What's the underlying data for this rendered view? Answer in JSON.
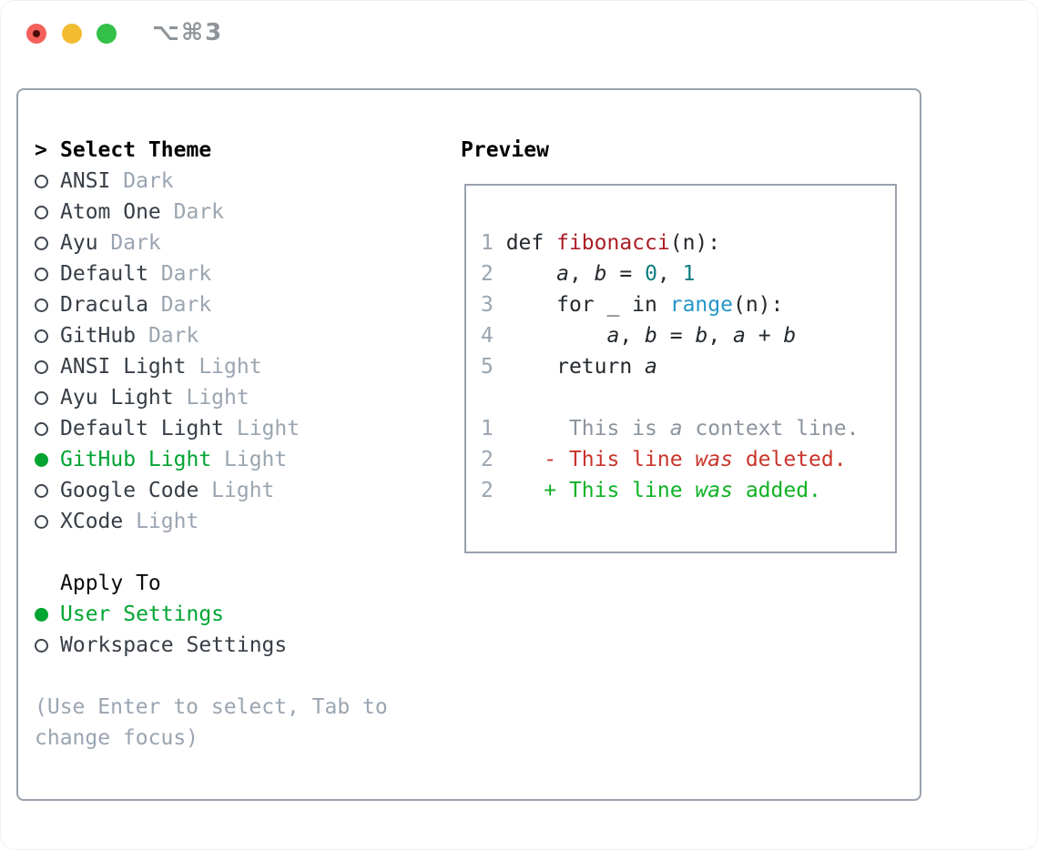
{
  "window": {
    "title": "⌥⌘3"
  },
  "colors": {
    "selected_green": "#00a432",
    "item_text": "#373e47",
    "muted": "#9aa5b1",
    "header_black": "#000000",
    "border_gray": "#99a1ac",
    "close_red": "#f4605a",
    "close_dot": "#4d0c0a",
    "minimize_yellow": "#f3bb30",
    "zoom_green": "#33c048"
  },
  "theme_menu": {
    "header": "Select Theme",
    "header_marker": ">",
    "items": [
      {
        "name": "ANSI",
        "variant": "Dark",
        "selected": false
      },
      {
        "name": "Atom One",
        "variant": "Dark",
        "selected": false
      },
      {
        "name": "Ayu",
        "variant": "Dark",
        "selected": false
      },
      {
        "name": "Default",
        "variant": "Dark",
        "selected": false
      },
      {
        "name": "Dracula",
        "variant": "Dark",
        "selected": false
      },
      {
        "name": "GitHub",
        "variant": "Dark",
        "selected": false
      },
      {
        "name": "ANSI Light",
        "variant": "Light",
        "selected": false
      },
      {
        "name": "Ayu Light",
        "variant": "Light",
        "selected": false
      },
      {
        "name": "Default Light",
        "variant": "Light",
        "selected": false
      },
      {
        "name": "GitHub Light",
        "variant": "Light",
        "selected": true
      },
      {
        "name": "Google Code",
        "variant": "Light",
        "selected": false
      },
      {
        "name": "XCode",
        "variant": "Light",
        "selected": false
      }
    ]
  },
  "apply_to": {
    "header": "Apply To",
    "items": [
      {
        "label": "User Settings",
        "selected": true
      },
      {
        "label": "Workspace Settings",
        "selected": false
      }
    ]
  },
  "hint": "(Use Enter to select, Tab to change focus)",
  "preview": {
    "title": "Preview",
    "token_styles": {
      "ln": {
        "color": "#9aa5b1"
      },
      "code": {
        "color": "#24292e"
      },
      "fn": {
        "color": "#aa1e26"
      },
      "var": {
        "color": "#24292e",
        "italic": true
      },
      "num": {
        "color": "#0d7d80"
      },
      "bi": {
        "color": "#2596c9"
      },
      "ctx": {
        "color": "#8b949e"
      },
      "ctx-i": {
        "color": "#8b949e",
        "italic": true
      },
      "del": {
        "color": "#c9352b"
      },
      "del-i": {
        "color": "#c9352b",
        "italic": true
      },
      "add": {
        "color": "#0fb224"
      },
      "add-i": {
        "color": "#0fb224",
        "italic": true
      }
    },
    "lines": [
      {
        "kind": "code",
        "tokens": [
          {
            "t": "1 ",
            "s": "ln"
          },
          {
            "t": "def ",
            "s": "code"
          },
          {
            "t": "fibonacci",
            "s": "fn"
          },
          {
            "t": "(n):",
            "s": "code"
          }
        ]
      },
      {
        "kind": "code",
        "tokens": [
          {
            "t": "2 ",
            "s": "ln"
          },
          {
            "t": "    ",
            "s": "code"
          },
          {
            "t": "a",
            "s": "var"
          },
          {
            "t": ", ",
            "s": "code"
          },
          {
            "t": "b",
            "s": "var"
          },
          {
            "t": " = ",
            "s": "code"
          },
          {
            "t": "0",
            "s": "num"
          },
          {
            "t": ", ",
            "s": "code"
          },
          {
            "t": "1",
            "s": "num"
          }
        ]
      },
      {
        "kind": "code",
        "tokens": [
          {
            "t": "3 ",
            "s": "ln"
          },
          {
            "t": "    for _ in ",
            "s": "code"
          },
          {
            "t": "range",
            "s": "bi"
          },
          {
            "t": "(n):",
            "s": "code"
          }
        ]
      },
      {
        "kind": "code",
        "tokens": [
          {
            "t": "4 ",
            "s": "ln"
          },
          {
            "t": "        ",
            "s": "code"
          },
          {
            "t": "a",
            "s": "var"
          },
          {
            "t": ", ",
            "s": "code"
          },
          {
            "t": "b",
            "s": "var"
          },
          {
            "t": " = ",
            "s": "code"
          },
          {
            "t": "b",
            "s": "var"
          },
          {
            "t": ", ",
            "s": "code"
          },
          {
            "t": "a",
            "s": "var"
          },
          {
            "t": " + ",
            "s": "code"
          },
          {
            "t": "b",
            "s": "var"
          }
        ]
      },
      {
        "kind": "code",
        "tokens": [
          {
            "t": "5 ",
            "s": "ln"
          },
          {
            "t": "    return ",
            "s": "code"
          },
          {
            "t": "a",
            "s": "var"
          }
        ]
      },
      {
        "kind": "blank",
        "tokens": []
      },
      {
        "kind": "context",
        "tokens": [
          {
            "t": "1 ",
            "s": "ln"
          },
          {
            "t": "     This is ",
            "s": "ctx"
          },
          {
            "t": "a",
            "s": "ctx-i"
          },
          {
            "t": " context line.",
            "s": "ctx"
          }
        ]
      },
      {
        "kind": "deleted",
        "tokens": [
          {
            "t": "2 ",
            "s": "ln"
          },
          {
            "t": "   - This line ",
            "s": "del"
          },
          {
            "t": "was",
            "s": "del-i"
          },
          {
            "t": " deleted.",
            "s": "del"
          }
        ]
      },
      {
        "kind": "added",
        "tokens": [
          {
            "t": "2 ",
            "s": "ln"
          },
          {
            "t": "   + This line ",
            "s": "add"
          },
          {
            "t": "was",
            "s": "add-i"
          },
          {
            "t": " added.",
            "s": "add"
          }
        ]
      }
    ]
  }
}
